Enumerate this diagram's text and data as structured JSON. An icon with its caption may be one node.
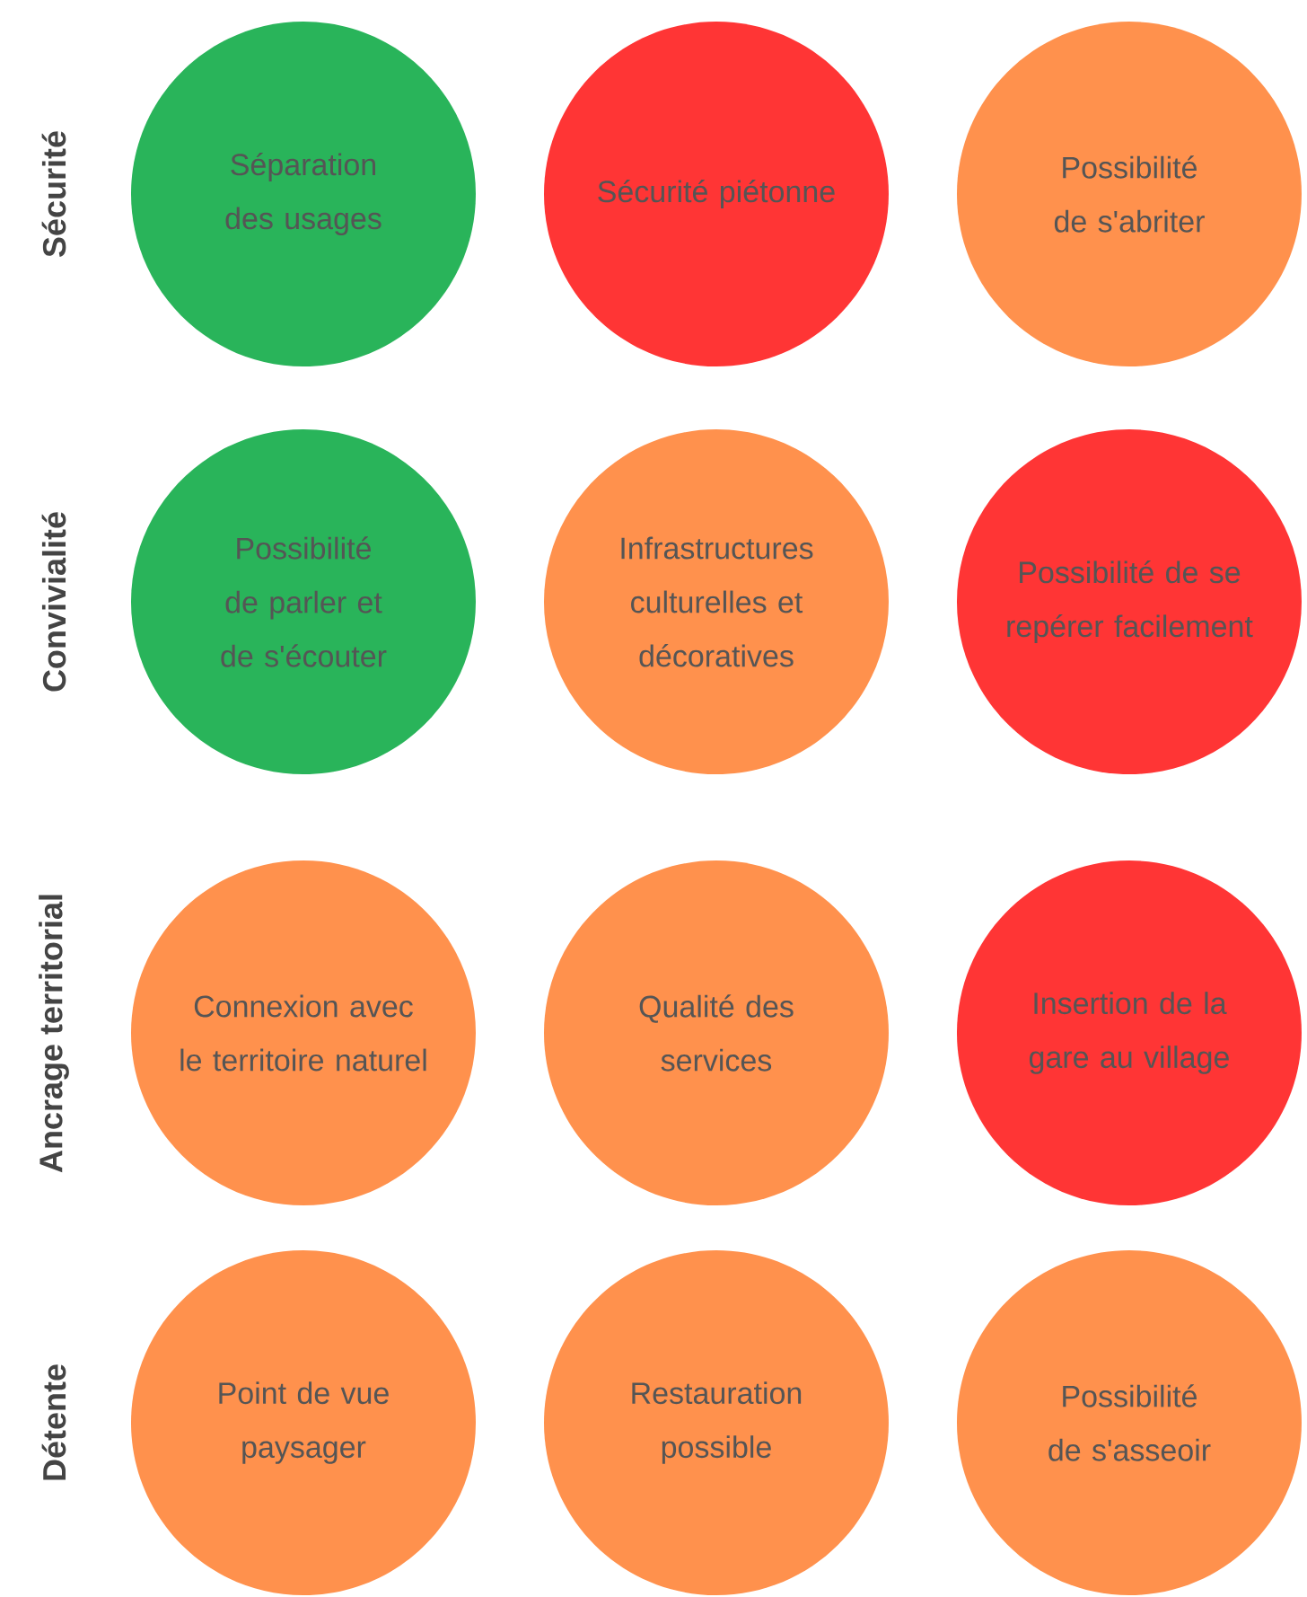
{
  "diagram": {
    "nodes": [
      {
        "text": [
          "Séparation des usages"
        ]
      },
      {
        "text": [
          "Sécurité piétonne"
        ]
      },
      {
        "text": [
          "Possibilité de s'abriter"
        ]
      },
      {
        "text": [
          "Possibilité de parler et de s'écouter"
        ]
      },
      {
        "text": [
          "Infrastructures culturelles et décoratives"
        ]
      },
      {
        "text": [
          "Possibilité de se repérer facilement"
        ]
      },
      {
        "text": [
          "Connexion avec le territoire naturel"
        ]
      },
      {
        "text": [
          "Qualité des services"
        ]
      },
      {
        "text": [
          "Insertion de la gare au village"
        ]
      },
      {
        "text": [
          "Point de vue paysager"
        ]
      },
      {
        "text": [
          "Restauration possible"
        ]
      },
      {
        "text": [
          "Possibilité de s'asseoir"
        ]
      }
    ],
    "labels": [
      "Sécurité",
      "Convivialité",
      "Ancrage territorial",
      "Détente"
    ]
  }
}
